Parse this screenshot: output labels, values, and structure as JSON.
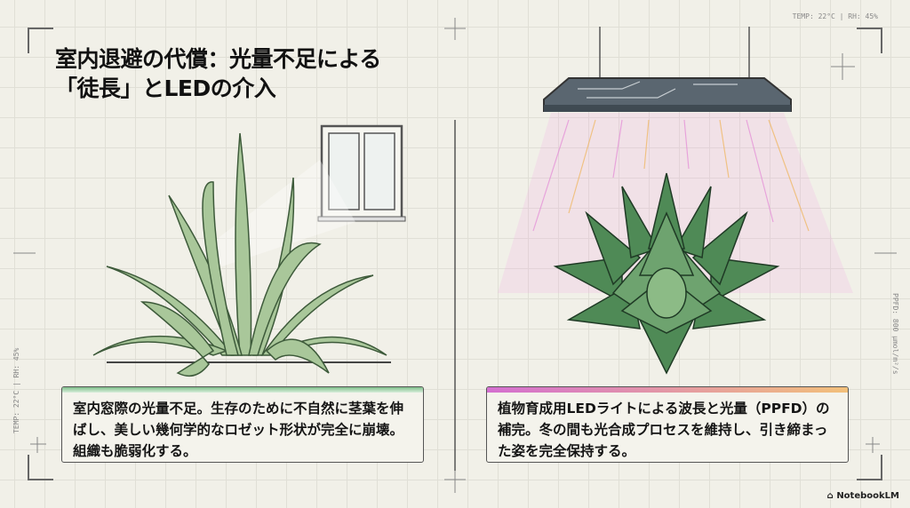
{
  "title": {
    "line1": "室内退避の代償：光量不足による",
    "line2": "「徒長」とLEDの介入"
  },
  "meta": {
    "top": "TEMP: 22°C | RH: 45%",
    "left": "TEMP: 22°C | RH: 45%",
    "right": "PPFD: 800 μmol/m²/s"
  },
  "panels": {
    "left": {
      "text": "室内窓際の光量不足。生存のために不自然に茎葉を伸ばし、美しい幾何学的なロゼット形状が完全に崩壊。組織も脆弱化する。",
      "accent": "#7fbf8a"
    },
    "right": {
      "text": "植物育成用LEDライトによる波長と光量（PPFD）の補完。冬の間も光合成プロセスを維持し、引き締まった姿を完全保持する。",
      "accent": "#d46fd0"
    }
  },
  "watermark": "NotebookLM"
}
